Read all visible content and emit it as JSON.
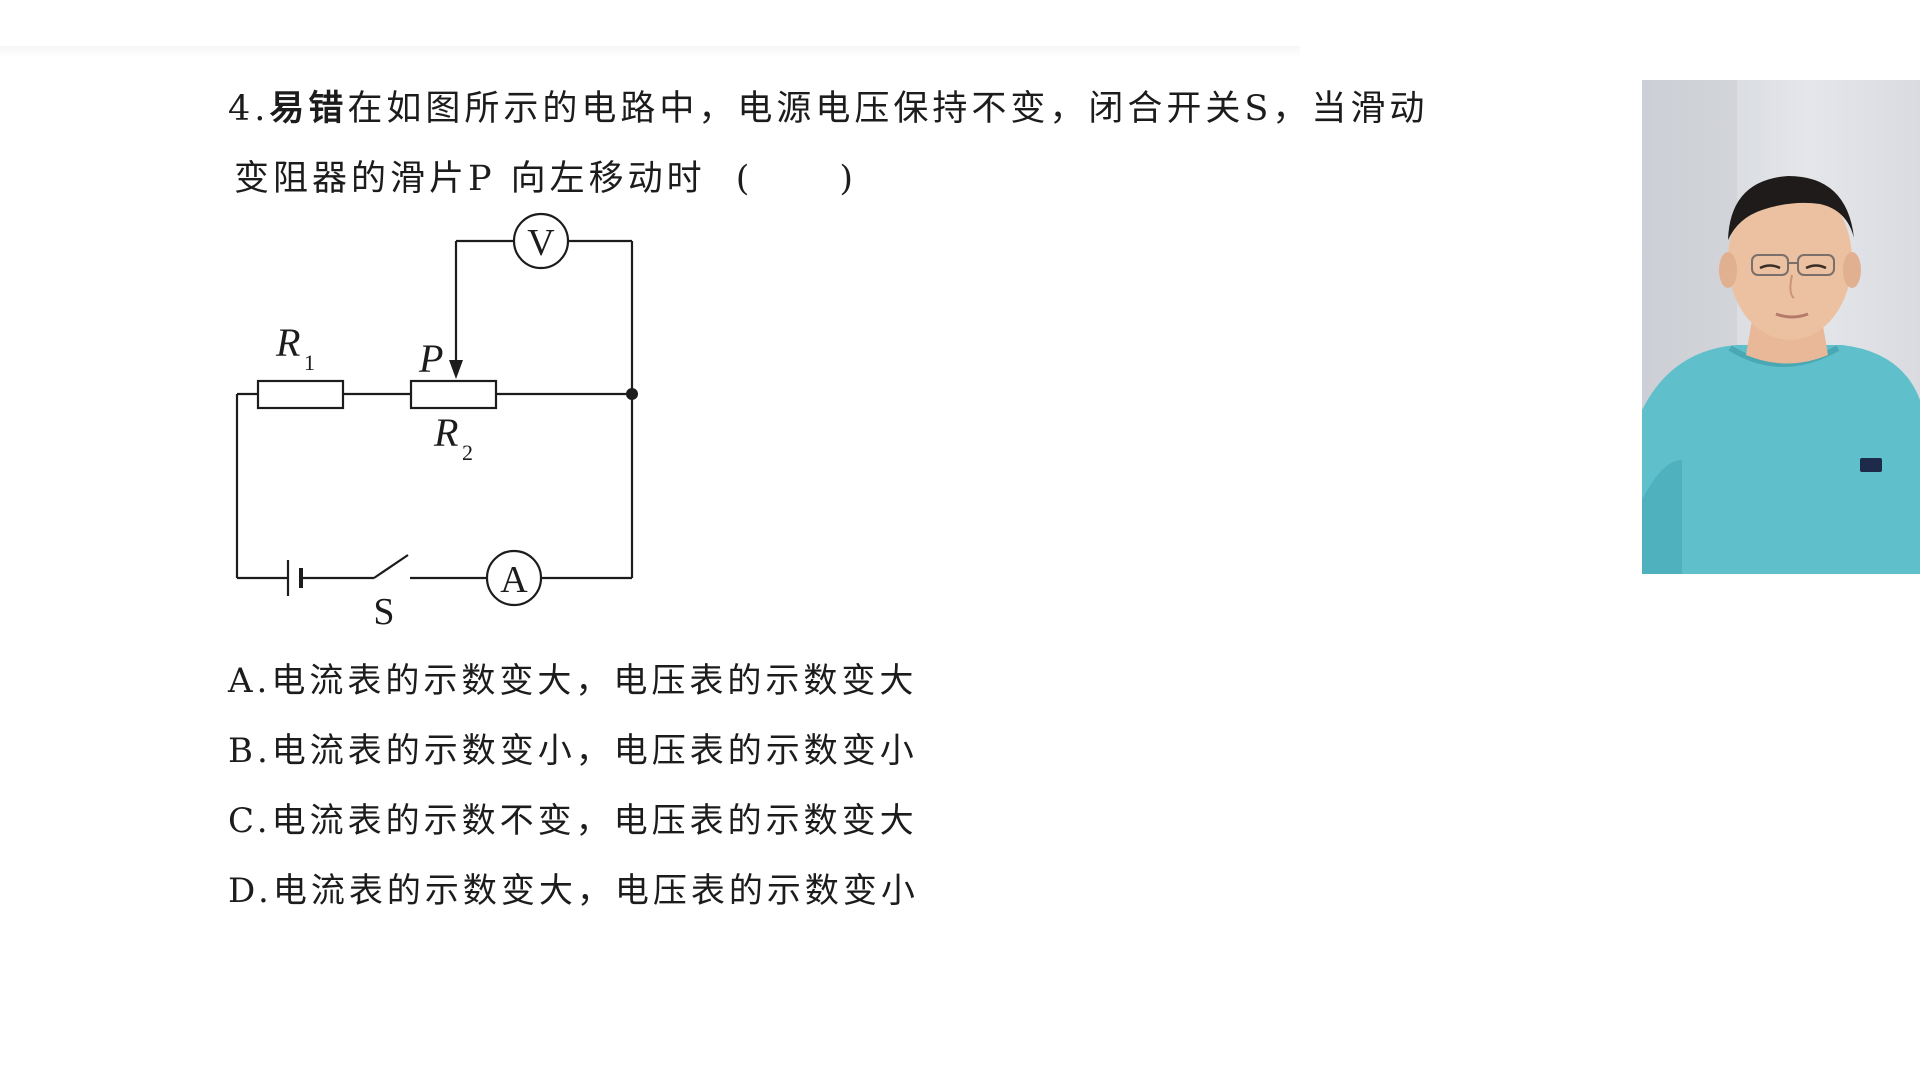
{
  "question": {
    "number": "4.",
    "tag": "易错",
    "line1": "在如图所示的电路中，电源电压保持不变，闭合开关S，当滑动",
    "line2": "变阻器的滑片P  向左移动时",
    "paren_open": "(",
    "paren_close": ")"
  },
  "circuit": {
    "r1_main": "R",
    "r1_sub": "1",
    "r2_main": "R",
    "r2_sub": "2",
    "slider": "P",
    "voltmeter": "V",
    "ammeter": "A",
    "switch": "S"
  },
  "options": [
    {
      "label": "A.电流表的示数变大，电压表的示数变大"
    },
    {
      "label": "B.电流表的示数变小，电压表的示数变小"
    },
    {
      "label": "C.电流表的示数不变，电压表的示数变大"
    },
    {
      "label": "D.电流表的示数变大，电压表的示数变小"
    }
  ]
}
